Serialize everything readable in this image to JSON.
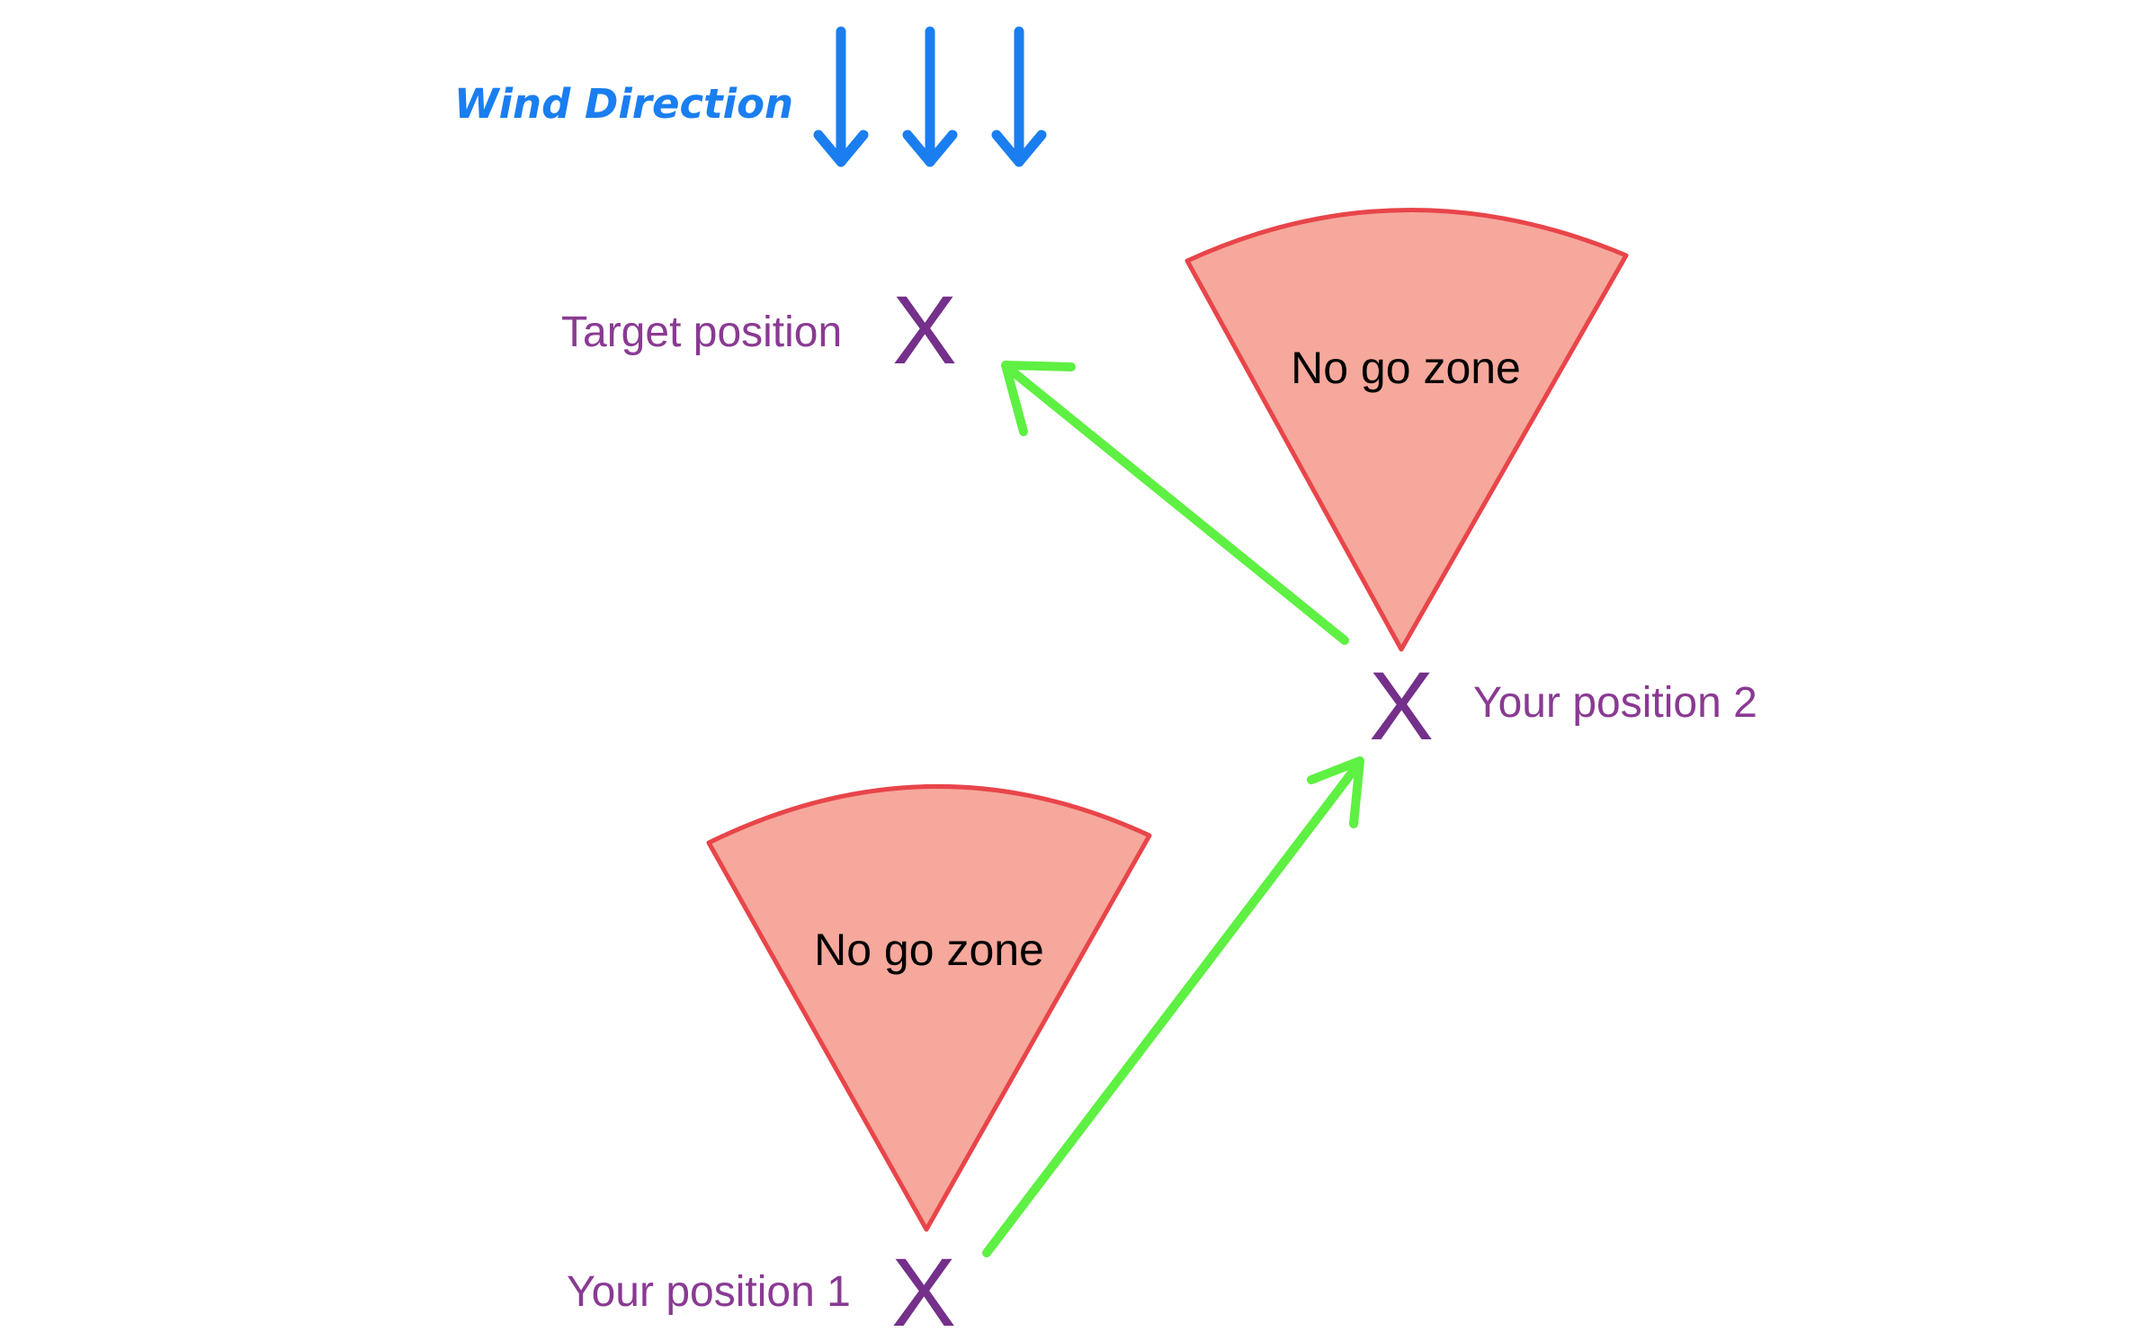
{
  "wind": {
    "label": "Wind Direction",
    "color": "#1a7ef0"
  },
  "markers": {
    "target_label": "Target position",
    "position1_label": "Your position 1",
    "position2_label": "Your position 2",
    "label_color": "#8a3a93",
    "cross_color": "#74308a",
    "cross_symbol": "X"
  },
  "zones": {
    "zone1_label": "No go zone",
    "zone2_label": "No go zone",
    "fill_color": "#f6a89c",
    "stroke_color": "#e8454a"
  },
  "route": {
    "color": "#5ef042"
  }
}
